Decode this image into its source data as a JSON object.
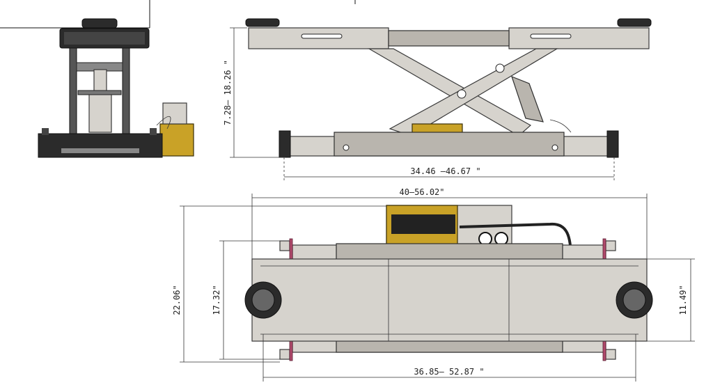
{
  "dimensions": {
    "side_height": "7.28— 18.26 \"",
    "side_length": "34.46 –46.67 \"",
    "top_length": "40—56.02\"",
    "top_overall_width": "22.06\"",
    "top_inner_width": "17.32\"",
    "top_pad_span": "11.49\"",
    "bottom_pad_length": "36.85— 52.87 \""
  },
  "colors": {
    "frame": "#d6d3cd",
    "pump": "#c9a227",
    "accent": "#b04a6c",
    "dark": "#2b2b2b"
  }
}
